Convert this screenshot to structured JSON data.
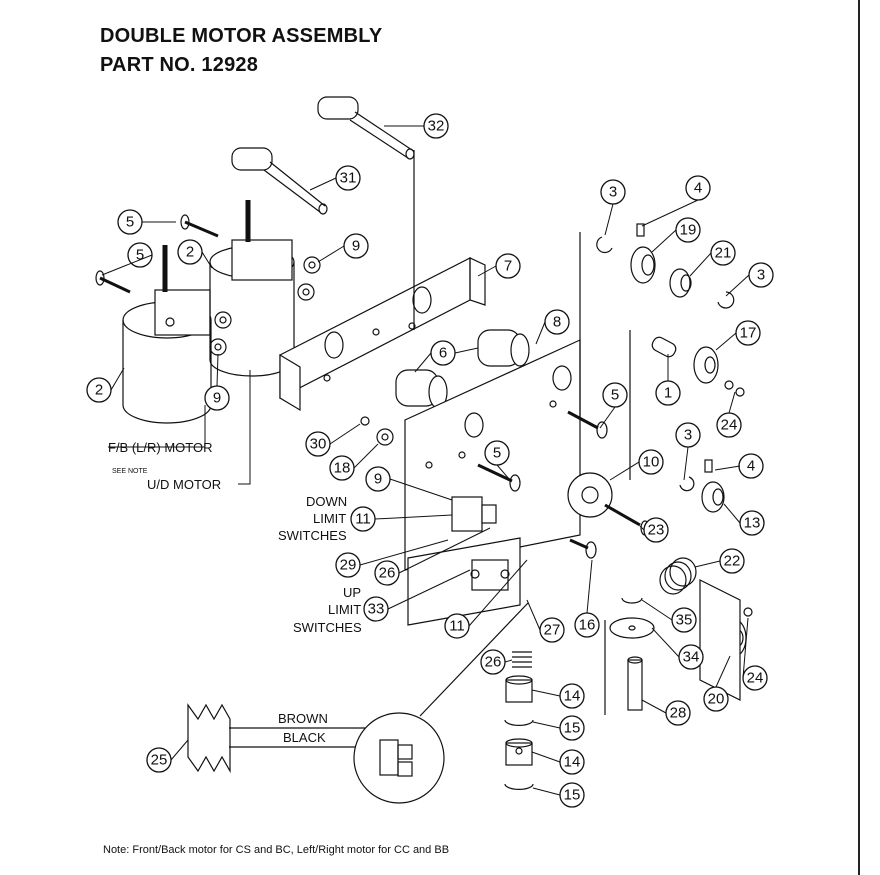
{
  "header": {
    "title_line1": "DOUBLE MOTOR ASSEMBLY",
    "title_line2": "PART NO.  12928"
  },
  "labels": {
    "fb_motor": "F/B (L/R) MOTOR",
    "see_note": "SEE NOTE",
    "ud_motor": "U/D MOTOR",
    "down_limit_1": "DOWN",
    "down_limit_2": "LIMIT",
    "down_limit_3": "SWITCHES",
    "up_limit_1": "UP",
    "up_limit_2": "LIMIT",
    "up_limit_3": "SWITCHES",
    "brown": "BROWN",
    "black": "BLACK"
  },
  "callouts": [
    "32",
    "31",
    "5",
    "5",
    "2",
    "9",
    "7",
    "2",
    "9",
    "3",
    "4",
    "19",
    "21",
    "3",
    "8",
    "17",
    "6",
    "1",
    "24",
    "5",
    "30",
    "18",
    "10",
    "3",
    "4",
    "9",
    "11",
    "13",
    "23",
    "22",
    "29",
    "26",
    "33",
    "11",
    "16",
    "35",
    "27",
    "34",
    "26",
    "24",
    "20",
    "14",
    "28",
    "15",
    "25",
    "14",
    "15"
  ],
  "footer": {
    "note": "Note: Front/Back motor for CS and BC, Left/Right motor for CC and BB"
  }
}
